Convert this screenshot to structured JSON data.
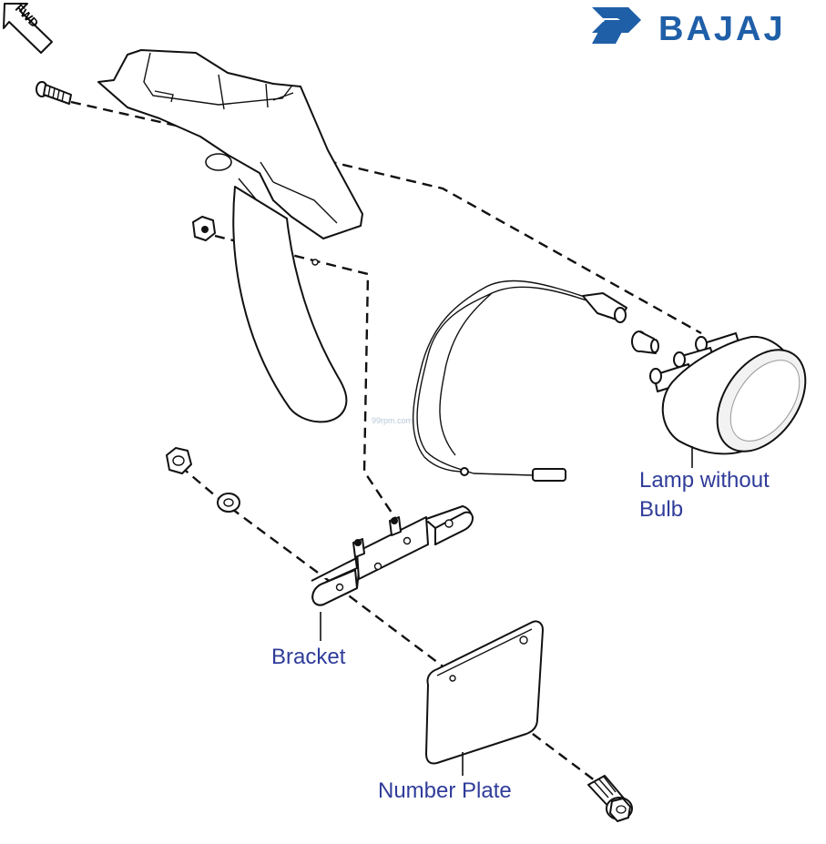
{
  "brand": {
    "name": "BAJAJ",
    "color": "#1f5fa8"
  },
  "direction_marker": {
    "text": "FWD"
  },
  "watermark": "99rpm.com",
  "labels": {
    "lamp_line1": "Lamp without",
    "lamp_line2": "Bulb",
    "bracket": "Bracket",
    "number_plate": "Number Plate"
  },
  "label_color": "#2f3c9a",
  "parts": [
    "rear-fender-icon",
    "mounting-screw-icon",
    "hex-nut-icon",
    "wiring-harness-icon",
    "bulb-icon",
    "tail-lamp-icon",
    "washer-icon",
    "bracket-icon",
    "number-plate-icon",
    "flange-bolt-icon"
  ]
}
